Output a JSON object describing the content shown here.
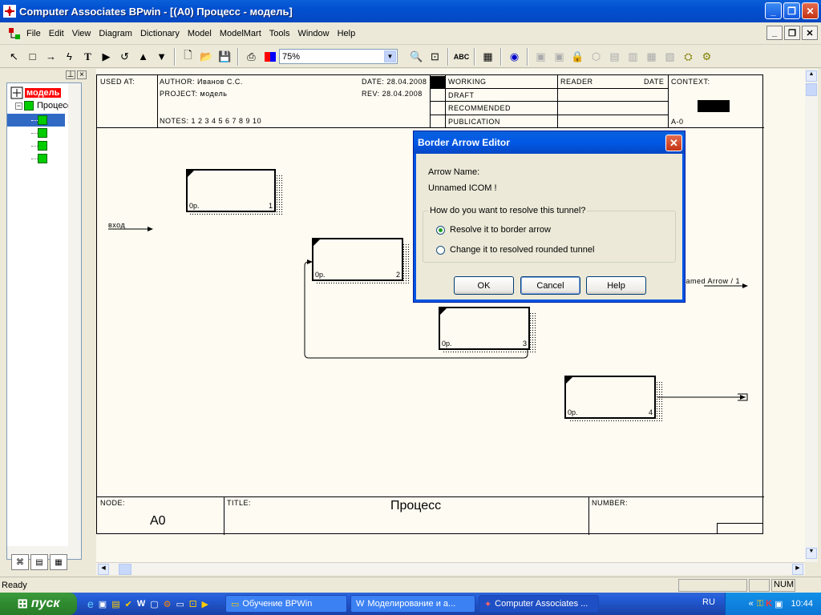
{
  "window": {
    "title": "Computer Associates BPwin - [(A0) Процесс - модель]"
  },
  "menu": [
    "File",
    "Edit",
    "View",
    "Diagram",
    "Dictionary",
    "Model",
    "ModelMart",
    "Tools",
    "Window",
    "Help"
  ],
  "toolbar": {
    "zoom": "75%"
  },
  "tree": {
    "root": "модель",
    "child": "Процесс"
  },
  "header": {
    "used_at": "USED AT:",
    "author": "AUTHOR:  Иванов С.С.",
    "project": "PROJECT:  модель",
    "date": "DATE: 28.04.2008",
    "rev": "REV:   28.04.2008",
    "notes": "NOTES:  1  2  3  4  5  6  7  8  9  10",
    "working": "WORKING",
    "draft": "DRAFT",
    "recommended": "RECOMMENDED",
    "publication": "PUBLICATION",
    "reader": "READER",
    "date_col": "DATE",
    "context": "CONTEXT:",
    "context_node": "A-0"
  },
  "boxes": [
    {
      "cost": "0р.",
      "num": "1"
    },
    {
      "cost": "0р.",
      "num": "2"
    },
    {
      "cost": "0р.",
      "num": "3"
    },
    {
      "cost": "0р.",
      "num": "4"
    }
  ],
  "arrows": {
    "input_label": "вход",
    "right_label": "named Arrow / 1"
  },
  "footer": {
    "node_label": "NODE:",
    "node_value": "A0",
    "title_label": "TITLE:",
    "title_value": "Процесс",
    "number_label": "NUMBER:"
  },
  "dialog": {
    "title": "Border Arrow Editor",
    "arrow_name_label": "Arrow Name:",
    "arrow_name_value": "Unnamed ICOM !",
    "group_label": "How do you want to resolve this tunnel?",
    "option1": "Resolve it to border arrow",
    "option2": "Change it to resolved rounded tunnel",
    "selected": "option1",
    "ok": "OK",
    "cancel": "Cancel",
    "help": "Help"
  },
  "status": {
    "text": "Ready",
    "num": "NUM"
  },
  "taskbar": {
    "start": "пуск",
    "tasks": [
      "Обучение BPWin",
      "Моделирование и а...",
      "Computer Associates ..."
    ],
    "lang": "RU",
    "time": "10:44"
  },
  "colors": {
    "accent": "#0054e3",
    "taskbar": "#245edb",
    "start": "#2f8a2f"
  }
}
